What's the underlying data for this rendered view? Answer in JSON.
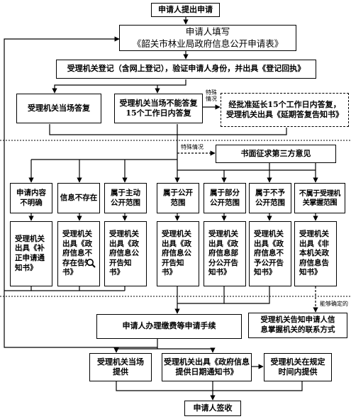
{
  "nodes": {
    "n1": {
      "lines": [
        "申请人提出申请"
      ]
    },
    "n2": {
      "lines": [
        "申请人填写",
        "《韶关市林业局政府信息公开申请表》"
      ]
    },
    "n3": {
      "lines": [
        "受理机关登记（含网上登记），验证申请人身份，并出具《登记回执》"
      ]
    },
    "n4": {
      "lines": [
        "受理机关当场答复"
      ]
    },
    "n5": {
      "lines": [
        "受理机关当场不能答复",
        "15个工作日内答复"
      ]
    },
    "n6": {
      "lines": [
        "经批准延长15个工作日内答复，",
        "受理机关出具《延期答复告知书》"
      ]
    },
    "n7": {
      "lines": [
        "书面征求第三方意见"
      ]
    },
    "c1": {
      "lines": [
        "申请内容",
        "不明确"
      ]
    },
    "c2": {
      "lines": [
        "信息不存在"
      ]
    },
    "c3": {
      "lines": [
        "属于主动",
        "公开范围"
      ]
    },
    "c4": {
      "lines": [
        "属于公开",
        "范围"
      ]
    },
    "c5": {
      "lines": [
        "属于部分",
        "公开范围"
      ]
    },
    "c6": {
      "lines": [
        "属于不予",
        "公开范围"
      ]
    },
    "c7": {
      "lines": [
        "不属于受理机",
        "关掌握范围"
      ]
    },
    "r1": {
      "lines": [
        "受理机关",
        "出具《补",
        "正申请通",
        "知书》"
      ]
    },
    "r2": {
      "lines": [
        "受理机关",
        "出具《政",
        "府信息不",
        "存在告知",
        "书》"
      ]
    },
    "r3": {
      "lines": [
        "受理机关",
        "出具《政",
        "府信息公",
        "开告知",
        "书》"
      ]
    },
    "r4": {
      "lines": [
        "受理机关",
        "出具《政",
        "府信息公",
        "开告知",
        "书》"
      ]
    },
    "r5": {
      "lines": [
        "受理机关",
        "出具《政",
        "府信息部",
        "分公开告",
        "知书》"
      ]
    },
    "r6": {
      "lines": [
        "受理机关",
        "出具《政",
        "府信息不",
        "予公开告",
        "知书》"
      ]
    },
    "r7": {
      "lines": [
        "受理机关",
        "出具《非",
        "本机关政",
        "府信息告",
        "知书》"
      ]
    },
    "n8": {
      "lines": [
        "申请人办理缴费等申请手续"
      ]
    },
    "n9": {
      "lines": [
        "受理机关告知申请人信",
        "息掌握机关的联系方式"
      ]
    },
    "n10": {
      "lines": [
        "受理机关当场",
        "提供"
      ]
    },
    "n11": {
      "lines": [
        "受理机关出具《政府信息",
        "提供日期通知书》"
      ]
    },
    "n12": {
      "lines": [
        "受理机关在规定",
        "时间内提供"
      ]
    },
    "n13": {
      "lines": [
        "申请人签收"
      ]
    }
  },
  "notes": {
    "special1": [
      "特殊",
      "情况"
    ],
    "special2": [
      "特殊情况"
    ],
    "able": [
      "能够确定的"
    ]
  },
  "icons": {
    "magnifier": "magnifier-icon"
  },
  "colors": {
    "line": "#000000",
    "box_border": "#000000",
    "background": "#ffffff"
  }
}
